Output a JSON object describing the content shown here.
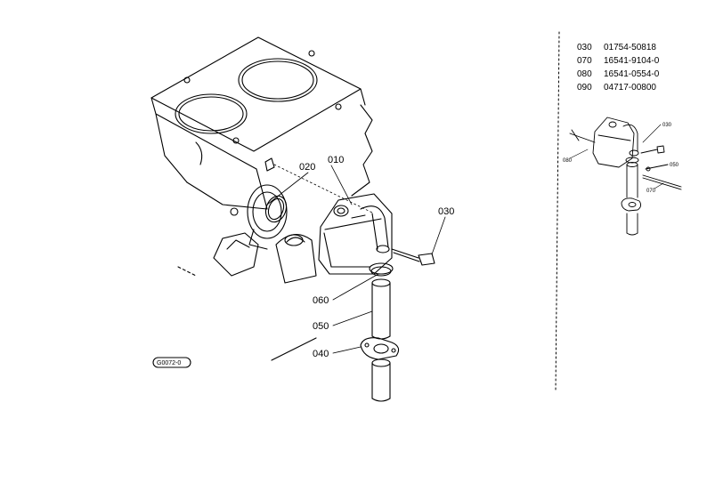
{
  "parts_list": [
    {
      "ref": "030",
      "part_no": "01754-50818"
    },
    {
      "ref": "070",
      "part_no": "16541-9104-0"
    },
    {
      "ref": "080",
      "part_no": "16541-0554-0"
    },
    {
      "ref": "090",
      "part_no": "04717-00800"
    }
  ],
  "main_callouts": {
    "c010": "010",
    "c020": "020",
    "c030": "030",
    "c040": "040",
    "c050": "050",
    "c060": "060"
  },
  "inset_callouts": {
    "c030": "030",
    "c080": "080",
    "c050": "050",
    "c070": "070"
  },
  "diagram_code": "G0072-0"
}
